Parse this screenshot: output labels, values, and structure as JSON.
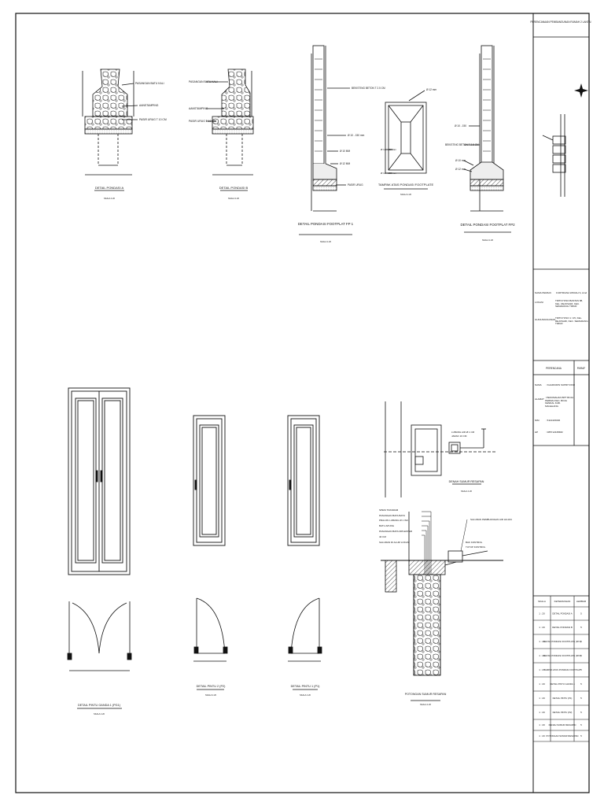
{
  "sheet": {
    "project_header": "PERENCANAAN PEMBANGUNAN RUMAH 2 LANTAI",
    "drawings": {
      "pondasi_a": {
        "title": "DETAIL PONDASI A",
        "scale": "SKALA 1:20",
        "labels": [
          "PASANGAN BATU KALI",
          "AANSTAMPING",
          "PASIR URUG T 10 CM"
        ]
      },
      "pondasi_b": {
        "title": "DETAIL PONDASI B",
        "scale": "SKALA 1:20",
        "labels": [
          "PASANGAN BATU KALI",
          "AANSTAMPING",
          "PASIR URUG T 10 CM"
        ]
      },
      "footplat_fp1": {
        "title": "DETAIL PONDASI FOOTPLAT FP 1",
        "scale": "SKALA 1:20",
        "labels": [
          "BEKISTING BETON T 2.5 CM",
          "Ø 10 - 150 mm",
          "Ø 10 MM",
          "Ø 12 MM",
          "PASIR URUG"
        ]
      },
      "tampak_atas": {
        "title": "TAMPAK ATAS PONDASI FOOTPLATE",
        "scale": "SKALA 1:20",
        "labels": [
          "Ø 12 mm",
          "Ø 12 - 150 mm",
          "Ø 12 - 150 mm"
        ]
      },
      "footplat_fp2": {
        "title": "DETAIL PONDASI FOOTPLAT FP2",
        "scale": "SKALA 1:20",
        "labels": [
          "Ø 10 - 150",
          "BEKISTING BETON T 2.5 CM",
          "Ø 10 mm",
          "Ø 12 mm"
        ]
      },
      "pintu_ganda": {
        "title": "DETAIL PINTU GANDA 1 (PG1)",
        "scale": "SKALA 1:20"
      },
      "pintu_p2": {
        "title": "DETAIL PINTU 2 (P2)",
        "scale": "SKALA 1:20"
      },
      "pintu_p1": {
        "title": "DETAIL PINTU 1 (P1)",
        "scale": "SKALA 1:20"
      },
      "denah_sumur": {
        "title": "DENAH SUMUR RESAPAN",
        "scale": "SKALA 1:20",
        "labels": [
          "LUBANG AIR Ø 1 CM",
          "JARAK 10 CM"
        ]
      },
      "potongan_sumur": {
        "title": "POTONGAN SUMUR RESAPAN",
        "scale": "SKALA 1:20",
        "labels_left": [
          "SPESI TRASRAM",
          "PASANGAN BATA BATU",
          "PRALON LUBANG Ø 1 INC",
          "BATU APUNG",
          "PASANGAN BATA DIPLESTER",
          "40 CM",
          "SALURAN DI ALUM LOKASI"
        ],
        "labels_right": [
          "SALURAN PEMBUANGAN AIR HUJAN",
          "BAK KONTROL",
          "TUTUP KONTROL"
        ]
      }
    },
    "info": {
      "rows": [
        {
          "label": "NAMA PEMILIK",
          "value": "FURTRIANA WIDIAH S, Amd"
        },
        {
          "label": "LOKASI",
          "value": "TIRTOYOSO BASTAS 88, KEL. REJOSARI, KEC. SEMARANG TIMUR"
        },
        {
          "label": "GUNA BANGUNAN",
          "value": "TIRTOYOSO 1 / 25, KEL. REJOSARI, KEC. SEMARANG TIMUR"
        }
      ]
    },
    "planner": {
      "header_left": "PERENCANA",
      "header_right": "PARAF",
      "rows": [
        {
          "label": "NAMA",
          "value": ": KHAIRUDIN SUPRIYONO"
        },
        {
          "label": "ALAMAT",
          "value": ": PERUMAHAN BPT BOJA PERMAI KEC. BOJA KENDAL KAB. MAGELANG"
        },
        {
          "label": "NIM",
          "value": ": 5113415006"
        },
        {
          "label": "HP",
          "value": ": 085712345682"
        }
      ]
    },
    "sheet_list": {
      "headers": [
        "SKALA",
        "KETERANGAN",
        "LEMBAR"
      ],
      "rows": [
        [
          "1 : 20",
          "DETAIL PONDASI A",
          "5"
        ],
        [
          "1 : 20",
          "DETAIL PONDASI B",
          "5"
        ],
        [
          "1 : 20",
          "DETAIL PONDASI FOOTPLATE (FP1)",
          "5"
        ],
        [
          "1 : 20",
          "DETAIL PONDASI FOOTPLATE (FP2)",
          "5"
        ],
        [
          "1 : 20",
          "TAMPAK ATAS PONDASI FOOTPLAT",
          "5"
        ],
        [
          "1 : 20",
          "DETAIL PINTU GANDA 1",
          "5"
        ],
        [
          "1 : 20",
          "DETAIL PINTU (P1)",
          "5"
        ],
        [
          "1 : 20",
          "DETAIL PINTU (P2)",
          "5"
        ],
        [
          "1 : 20",
          "DENAH SUMUR RESAPAN",
          "5"
        ],
        [
          "1 : 20",
          "POTONGAN SUMUR RESAPAN",
          "5"
        ]
      ]
    }
  }
}
